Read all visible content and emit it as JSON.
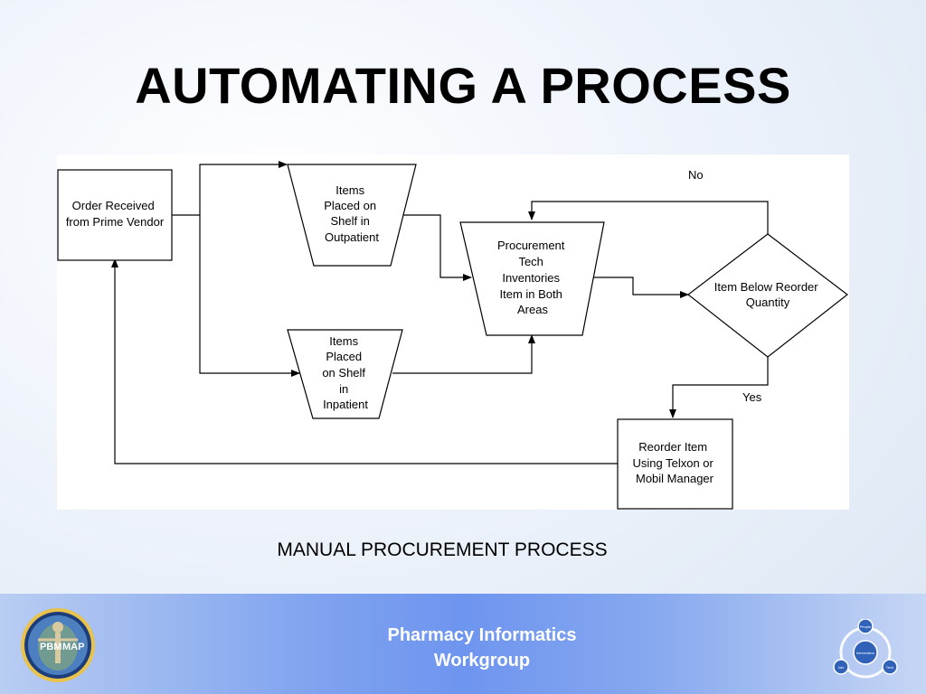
{
  "slide": {
    "title": "AUTOMATING A PROCESS",
    "caption": "MANUAL PROCUREMENT PROCESS"
  },
  "diagram": {
    "nodes": {
      "order": [
        "Order Received",
        "from Prime Vendor"
      ],
      "outpatient": [
        "Items",
        "Placed on",
        "Shelf in",
        "Outpatient"
      ],
      "inpatient": [
        "Items",
        "Placed",
        "on Shelf",
        "in",
        "Inpatient"
      ],
      "inventory": [
        "Procurement",
        "Tech",
        "Inventories",
        "Item in Both",
        "Areas"
      ],
      "decision": [
        "Item Below Reorder",
        "Quantity"
      ],
      "reorder": [
        "Reorder Item",
        "Using Telxon or",
        "Mobil Manager"
      ]
    },
    "edge_labels": {
      "no": "No",
      "yes": "Yes"
    }
  },
  "footer": {
    "line1": "Pharmacy Informatics",
    "line2": "Workgroup",
    "left_logo_text": [
      "PBM",
      "MAP"
    ],
    "right_logo_labels": {
      "top": "People",
      "center": "Information",
      "left": "Info",
      "right": "Tech"
    }
  },
  "colors": {
    "footer_blue": "#6e95ef",
    "logo_ring": "#3a6fc4",
    "logo_gold": "#e8c24a"
  }
}
